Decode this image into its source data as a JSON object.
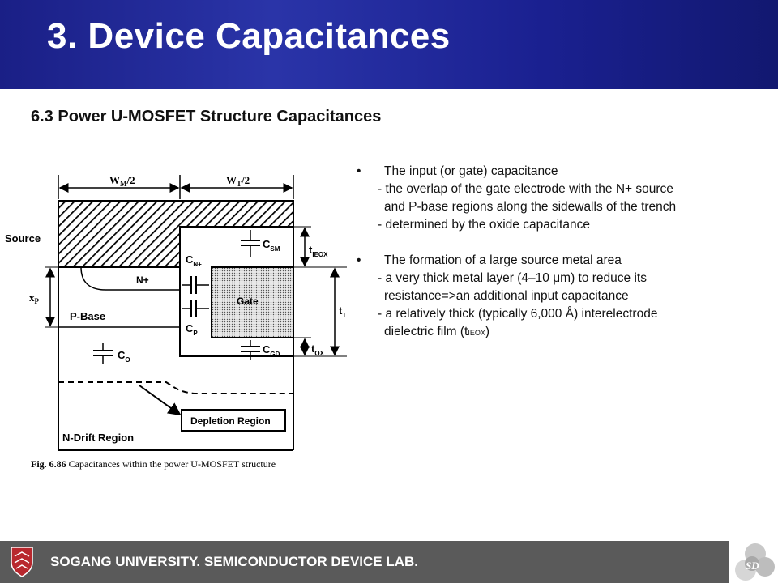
{
  "header": {
    "title": "3. Device Capacitances"
  },
  "subtitle": "6.3 Power U-MOSFET Structure Capacitances",
  "bullets": [
    {
      "bullet": "•",
      "head": "The input (or gate) capacitance",
      "subs": [
        {
          "first": "- the overlap of the gate electrode with the N+ source",
          "cont": "and P-base regions along the sidewalls of the trench"
        },
        {
          "first": "- determined by the oxide capacitance"
        }
      ]
    },
    {
      "bullet": "•",
      "head": "The formation of a large source metal area",
      "subs": [
        {
          "first": "- a very thick metal layer (4–10 μm) to reduce its",
          "cont": "resistance=>an additional input capacitance"
        },
        {
          "first": "- a relatively thick (typically 6,000 Å) interelectrode",
          "cont_pre": "dielectric film (t",
          "cont_sub": "IEOX",
          "cont_post": ")"
        }
      ]
    }
  ],
  "figure": {
    "labels": {
      "wm": "W",
      "wm_sub": "M",
      "wm_tail": "/2",
      "wt": "W",
      "wt_sub": "T",
      "wt_tail": "/2",
      "source": "Source",
      "xp": "x",
      "xp_sub": "P",
      "csm": "C",
      "csm_sub": "SM",
      "cn": "C",
      "cn_sub": "N+",
      "nplus": "N+",
      "gate": "Gate",
      "pbase": "P-Base",
      "cp": "C",
      "cp_sub": "P",
      "co": "C",
      "co_sub": "O",
      "cgd": "C",
      "cgd_sub": "GD",
      "tieox": "t",
      "tieox_sub": "IEOX",
      "tt": "t",
      "tt_sub": "T",
      "tox": "t",
      "tox_sub": "OX",
      "depletion": "Depletion Region",
      "ndrift": "N-Drift Region"
    },
    "caption_bold": "Fig. 6.86",
    "caption_rest": " Capacitances within the power U-MOSFET structure"
  },
  "footer": {
    "text": "SOGANG UNIVERSITY. SEMICONDUCTOR DEVICE LAB.",
    "logo_text": "SD"
  },
  "colors": {
    "header": "#1a2090",
    "footer": "#5a5a5a"
  }
}
